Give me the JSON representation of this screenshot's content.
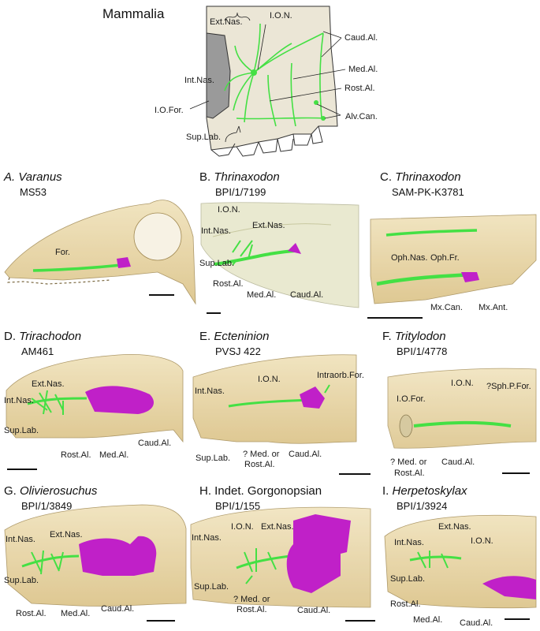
{
  "top": {
    "title": "Mammalia",
    "labels": {
      "ext_nas": "Ext.Nas.",
      "ion": "I.O.N.",
      "caud_al": "Caud.Al.",
      "med_al": "Med.Al.",
      "int_nas": "Int.Nas.",
      "rost_al": "Rost.Al.",
      "io_for": "I.O.For.",
      "alv_can": "Alv.Can.",
      "sup_lab": "Sup.Lab."
    }
  },
  "panels": [
    {
      "letter": "A.",
      "genus": "Varanus",
      "italic_letter": true,
      "specimen": "MS53",
      "labels": [
        "For."
      ]
    },
    {
      "letter": "B.",
      "genus": "Thrinaxodon",
      "specimen": "BPI/1/7199",
      "labels": [
        "I.O.N.",
        "Int.Nas.",
        "Ext.Nas.",
        "Sup.Lab.",
        "Rost.Al.",
        "Med.Al.",
        "Caud.Al."
      ]
    },
    {
      "letter": "C.",
      "genus": "Thrinaxodon",
      "specimen": "SAM-PK-K3781",
      "labels": [
        "Oph.Nas.",
        "Oph.Fr.",
        "Mx.Can.",
        "Mx.Ant."
      ]
    },
    {
      "letter": "D.",
      "genus": "Trirachodon",
      "specimen": "AM461",
      "labels": [
        "Ext.Nas.",
        "Int.Nas.",
        "Sup.Lab.",
        "Rost.Al.",
        "Med.Al.",
        "Caud.Al."
      ]
    },
    {
      "letter": "E.",
      "genus": "Ecteninion",
      "specimen": "PVSJ 422",
      "labels": [
        "I.O.N.",
        "Int.Nas.",
        "Intraorb.For.",
        "Sup.Lab.",
        "? Med. or",
        "Rost.Al.",
        "Caud.Al."
      ]
    },
    {
      "letter": "F.",
      "genus": "Tritylodon",
      "specimen": "BPI/1/4778",
      "labels": [
        "I.O.N.",
        "I.O.For.",
        "?Sph.P.For.",
        "? Med. or",
        "Rost.Al.",
        "Caud.Al."
      ]
    },
    {
      "letter": "G.",
      "genus": "Olivierosuchus",
      "specimen": "BPI/1/3849",
      "labels": [
        "Int.Nas.",
        "Ext.Nas.",
        "Sup.Lab.",
        "Rost.Al.",
        "Med.Al.",
        "Caud.Al."
      ]
    },
    {
      "letter": "H.",
      "genus": "Indet. Gorgonopsian",
      "non_italic": true,
      "specimen": "BPI/1/155",
      "labels": [
        "I.O.N.",
        "Ext.Nas.",
        "Int.Nas.",
        "Sup.Lab.",
        "? Med. or",
        "Rost.Al.",
        "Caud.Al."
      ]
    },
    {
      "letter": "I.",
      "genus": "Herpetoskylax",
      "specimen": "BPI/1/3924",
      "labels": [
        "Ext.Nas.",
        "Int.Nas.",
        "I.O.N.",
        "Sup.Lab.",
        "Rost.Al.",
        "Med.Al.",
        "Caud.Al."
      ]
    }
  ],
  "colors": {
    "nerve": "#44e044",
    "gland": "#c020c8",
    "skull": "#e6cf97",
    "bone_outline": "#8a8a80"
  }
}
